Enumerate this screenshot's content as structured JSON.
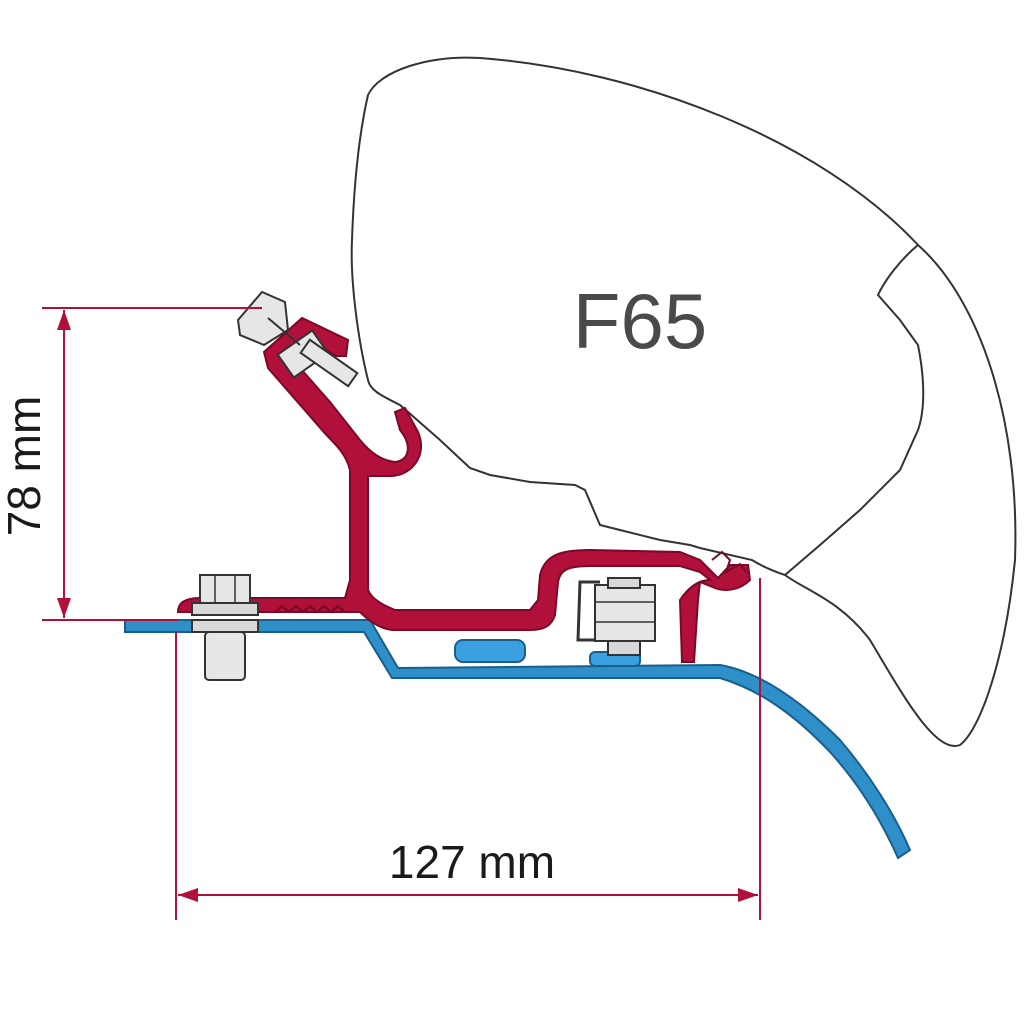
{
  "model_label": "F65",
  "height_dimension": "78 mm",
  "width_dimension": "127 mm",
  "colors": {
    "bracket": "#b0103a",
    "bracket_dark": "#7a0826",
    "roof_panel": "#2f8fc9",
    "roof_panel_dark": "#1a5f8c",
    "seal": "#3aa0e0",
    "dimension_line": "#b0103a",
    "outline": "#333333"
  },
  "icons": [
    "awning-housing-icon",
    "adapter-bracket-icon",
    "vehicle-roof-panel-icon",
    "hex-bolt-icon",
    "clamp-bolt-icon"
  ]
}
